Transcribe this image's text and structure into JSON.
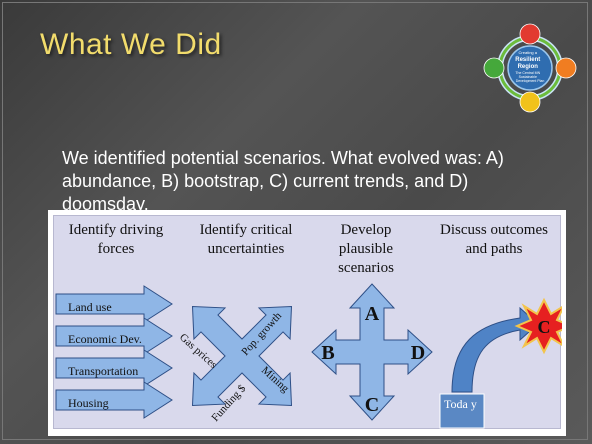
{
  "slide": {
    "title": "What We Did",
    "body": "We identified potential scenarios.  What evolved was: A) abundance, B) bootstrap, C) current trends, and D) doomsday."
  },
  "logo": {
    "center_lines": [
      "Creating a",
      "Resilient",
      "Region",
      "The Central MN",
      "Sustainable",
      "Development Plan"
    ]
  },
  "diagram": {
    "columns": [
      {
        "heading": "Identify driving forces"
      },
      {
        "heading": "Identify critical uncertainties"
      },
      {
        "heading": "Develop plausible scenarios"
      },
      {
        "heading": "Discuss outcomes and paths"
      }
    ],
    "driving_forces": [
      "Land use",
      "Economic Dev.",
      "Transportation",
      "Housing"
    ],
    "uncertainties": {
      "gas": "Gas prices",
      "pop": "Pop. growth",
      "funding": "Funding $",
      "mining": "Mining"
    },
    "scenarios": {
      "a": "A",
      "b": "B",
      "c": "C",
      "d": "D"
    },
    "outcome": {
      "today": "Toda y",
      "star": "C"
    }
  },
  "colors": {
    "title": "#f2dc6c",
    "arrow_fill": "#8fb6e6",
    "arrow_stroke": "#2e4f86",
    "panel": "#d9d9ec",
    "today_box": "#5a88c4",
    "star_fill": "#e62020",
    "star_stroke": "#f3c44b"
  }
}
